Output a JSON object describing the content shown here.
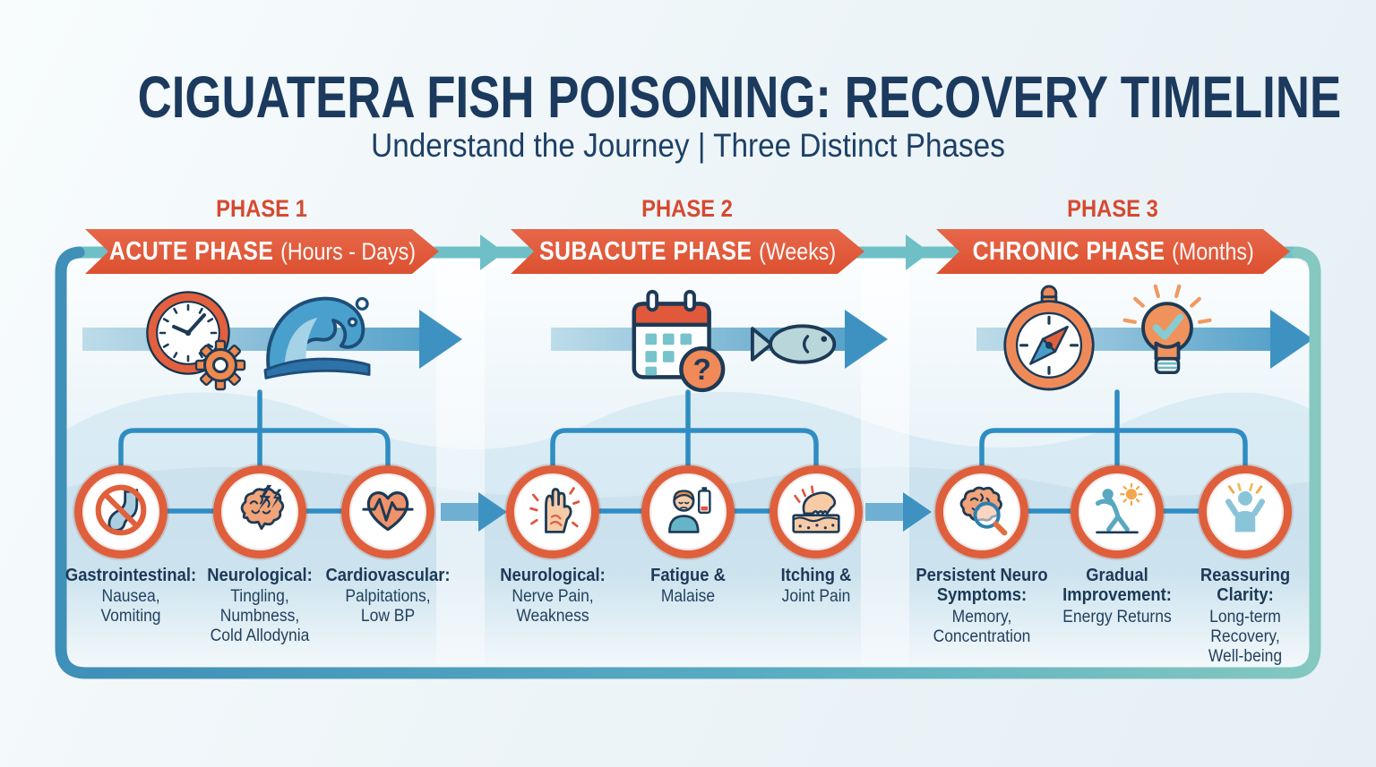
{
  "header": {
    "title": "CIGUATERA FISH POISONING: RECOVERY TIMELINE",
    "subtitle": "Understand the Journey | Three Distinct Phases"
  },
  "icons": {
    "question_mark": "?"
  },
  "phases": [
    {
      "label": "PHASE 1",
      "banner": {
        "bold": "ACUTE PHASE",
        "light": "(Hours - Days)"
      },
      "top_icons": [
        "clock-gear-icon",
        "ocean-wave-icon"
      ],
      "symptoms": [
        {
          "icon": "stomach-prohibited-icon",
          "heading": "Gastrointestinal:",
          "details": "Nausea,\nVomiting"
        },
        {
          "icon": "brain-lightning-icon",
          "heading": "Neurological:",
          "details": "Tingling,\nNumbness,\nCold Allodynia"
        },
        {
          "icon": "heart-ekg-icon",
          "heading": "Cardiovascular:",
          "details": "Palpitations,\nLow BP"
        }
      ]
    },
    {
      "label": "PHASE 2",
      "banner": {
        "bold": "SUBACUTE PHASE",
        "light": "(Weeks)"
      },
      "top_icons": [
        "calendar-question-icon",
        "fish-icon"
      ],
      "symptoms": [
        {
          "icon": "tingling-hand-icon",
          "heading": "Neurological:",
          "details": "Nerve Pain,\nWeakness"
        },
        {
          "icon": "fatigued-person-icon",
          "heading": "Fatigue &",
          "details": "Malaise"
        },
        {
          "icon": "itching-skin-icon",
          "heading": "Itching &",
          "details": "Joint Pain"
        }
      ]
    },
    {
      "label": "PHASE 3",
      "banner": {
        "bold": "CHRONIC PHASE",
        "light": "(Months)"
      },
      "top_icons": [
        "compass-icon",
        "lightbulb-check-icon"
      ],
      "symptoms": [
        {
          "icon": "brain-magnifier-icon",
          "heading": "Persistent Neuro\nSymptoms:",
          "details": "Memory,\nConcentration"
        },
        {
          "icon": "stretching-person-icon",
          "heading": "Gradual\nImprovement:",
          "details": "Energy Returns"
        },
        {
          "icon": "raised-arms-person-icon",
          "heading": "Reassuring\nClarity:",
          "details": "Long-term\nRecovery,\nWell-being"
        }
      ]
    }
  ],
  "colors": {
    "accent_orange": "#e2583a",
    "phase_label_red": "#d54a31",
    "navy": "#1c3956",
    "teal_line": "#6ec0c6",
    "connector_blue": "#2f8dc3",
    "arrow_blue": "#3e92c2",
    "border_gradient_left": "#3f8fb8",
    "border_gradient_right": "#84c8c0"
  }
}
